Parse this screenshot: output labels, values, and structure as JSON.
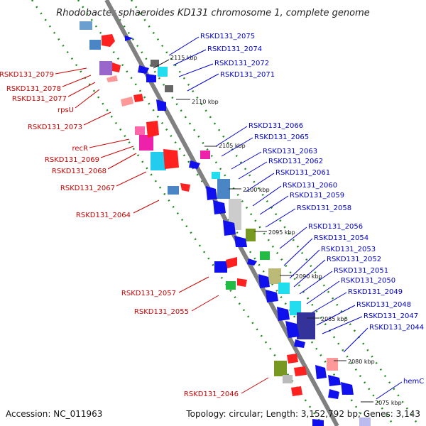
{
  "title": "Rhodobacter sphaeroides KD131 chromosome 1, complete genome",
  "accession": "Accession: NC_011963",
  "topology": "Topology: circular; Length: 3,152,792 bp; Genes: 3,143",
  "colors": {
    "backbone": "#808080",
    "dots": "#1a8a1a",
    "left_label": "#cc0000",
    "right_label": "#0000cc",
    "connector_left": "#cc0000",
    "connector_right": "#0000cc"
  },
  "kbp_ticks": [
    {
      "label": "2115 kbp"
    },
    {
      "label": "2110 kbp"
    },
    {
      "label": "2105 kbp"
    },
    {
      "label": "2100 kbp"
    },
    {
      "label": "2095 kbp"
    },
    {
      "label": "2090 kbp"
    },
    {
      "label": "2085 kbp"
    },
    {
      "label": "2080 kbp"
    },
    {
      "label": "2075 kbp"
    }
  ],
  "left_labels": [
    "RSKD131_2079",
    "RSKD131_2078",
    "RSKD131_2077",
    "rpsU",
    "RSKD131_2073",
    "recR",
    "RSKD131_2069",
    "RSKD131_2068",
    "RSKD131_2067",
    "RSKD131_2064",
    "RSKD131_2057",
    "RSKD131_2055",
    "RSKD131_2046"
  ],
  "right_labels": [
    "RSKD131_2075",
    "RSKD131_2074",
    "RSKD131_2072",
    "RSKD131_2071",
    "RSKD131_2066",
    "RSKD131_2065",
    "RSKD131_2063",
    "RSKD131_2062",
    "RSKD131_2061",
    "RSKD131_2060",
    "RSKD131_2059",
    "RSKD131_2058",
    "RSKD131_2056",
    "RSKD131_2054",
    "RSKD131_2053",
    "RSKD131_2052",
    "RSKD131_2051",
    "RSKD131_2050",
    "RSKD131_2049",
    "RSKD131_2048",
    "RSKD131_2047",
    "RSKD131_2044",
    "hemC"
  ]
}
